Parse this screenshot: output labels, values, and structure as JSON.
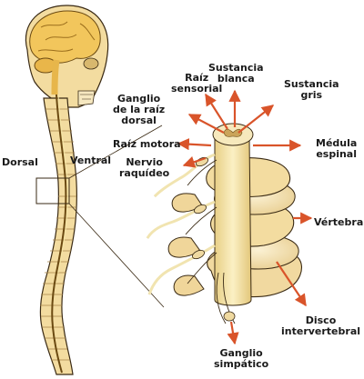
{
  "labels": {
    "dorsal": "Dorsal",
    "ventral": "Ventral",
    "ganglio_raiz_dorsal": [
      "Ganglio",
      "de la raíz",
      "dorsal"
    ],
    "raiz_sensorial": [
      "Raíz",
      "sensorial"
    ],
    "sustancia_blanca": [
      "Sustancia",
      "blanca"
    ],
    "sustancia_gris": [
      "Sustancia",
      "gris"
    ],
    "raiz_motora": "Raíz motora",
    "nervio_raquideo": [
      "Nervio",
      "raquídeo"
    ],
    "medula_espinal": [
      "Médula",
      "espinal"
    ],
    "vertebra": "Vértebra",
    "disco_intervertebral": [
      "Disco",
      "intervertebral"
    ],
    "ganglio_simpatico": [
      "Ganglio",
      "simpático"
    ]
  },
  "colors": {
    "arrow": "#d9542a",
    "bone": "#f3dca0",
    "bone_dark": "#c9a868",
    "disc": "#f6e6bd",
    "nerve": "#f1e4b0",
    "cord": "#f5e6a6",
    "brain": "#f2d37a",
    "outline": "#3a2a14"
  }
}
